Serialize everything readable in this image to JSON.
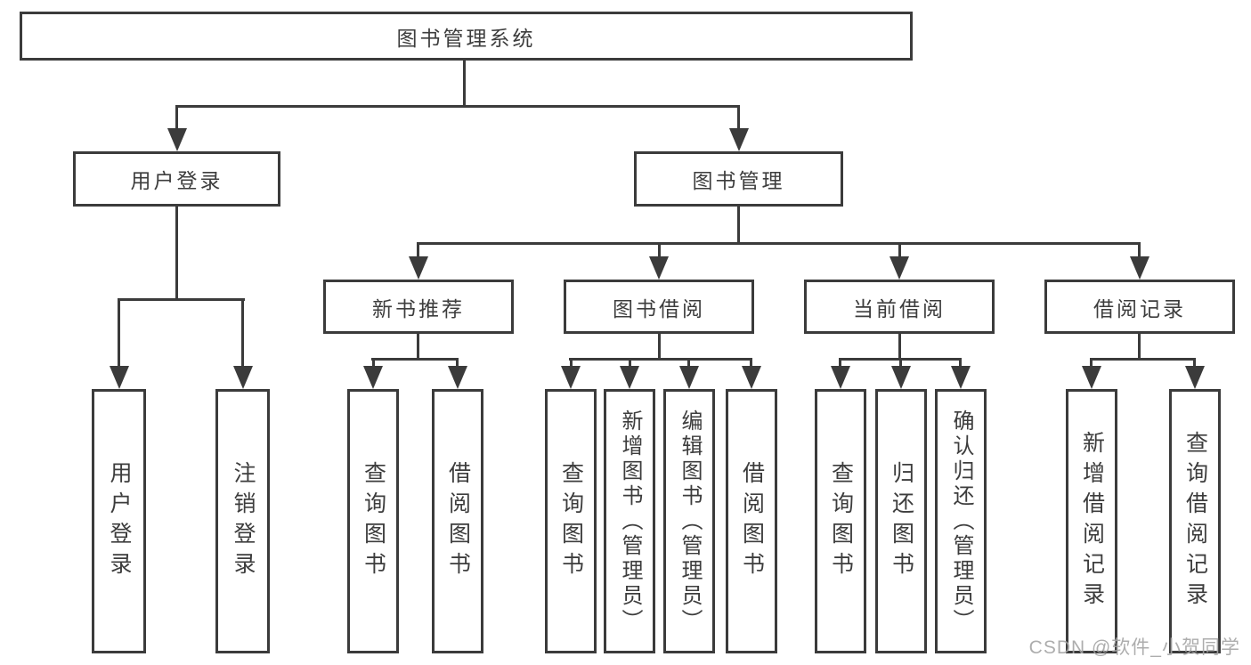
{
  "tree": {
    "root": {
      "label": "图书管理系统"
    },
    "level2": [
      {
        "label": "用户登录"
      },
      {
        "label": "图书管理"
      }
    ],
    "level3": [
      {
        "label": "新书推荐",
        "parent": "图书管理"
      },
      {
        "label": "图书借阅",
        "parent": "图书管理"
      },
      {
        "label": "当前借阅",
        "parent": "图书管理"
      },
      {
        "label": "借阅记录",
        "parent": "图书管理"
      }
    ],
    "leaves": [
      {
        "label": "用户登录",
        "parent": "用户登录"
      },
      {
        "label": "注销登录",
        "parent": "用户登录"
      },
      {
        "label": "查询图书",
        "parent": "新书推荐"
      },
      {
        "label": "借阅图书",
        "parent": "新书推荐"
      },
      {
        "label": "查询图书",
        "parent": "图书借阅"
      },
      {
        "label": "新增图书（管理员）",
        "parent": "图书借阅"
      },
      {
        "label": "编辑图书（管理员）",
        "parent": "图书借阅"
      },
      {
        "label": "借阅图书",
        "parent": "图书借阅"
      },
      {
        "label": "查询图书",
        "parent": "当前借阅"
      },
      {
        "label": "归还图书",
        "parent": "当前借阅"
      },
      {
        "label": "确认归还（管理员）",
        "parent": "当前借阅"
      },
      {
        "label": "新增借阅记录",
        "parent": "借阅记录"
      },
      {
        "label": "查询借阅记录",
        "parent": "借阅记录"
      }
    ]
  },
  "watermark": "CSDN @软件_小贺同学",
  "colors": {
    "line": "#3b3b3b",
    "text": "#3d3d3d",
    "background": "#ffffff",
    "watermark": "#a5a5a5"
  }
}
